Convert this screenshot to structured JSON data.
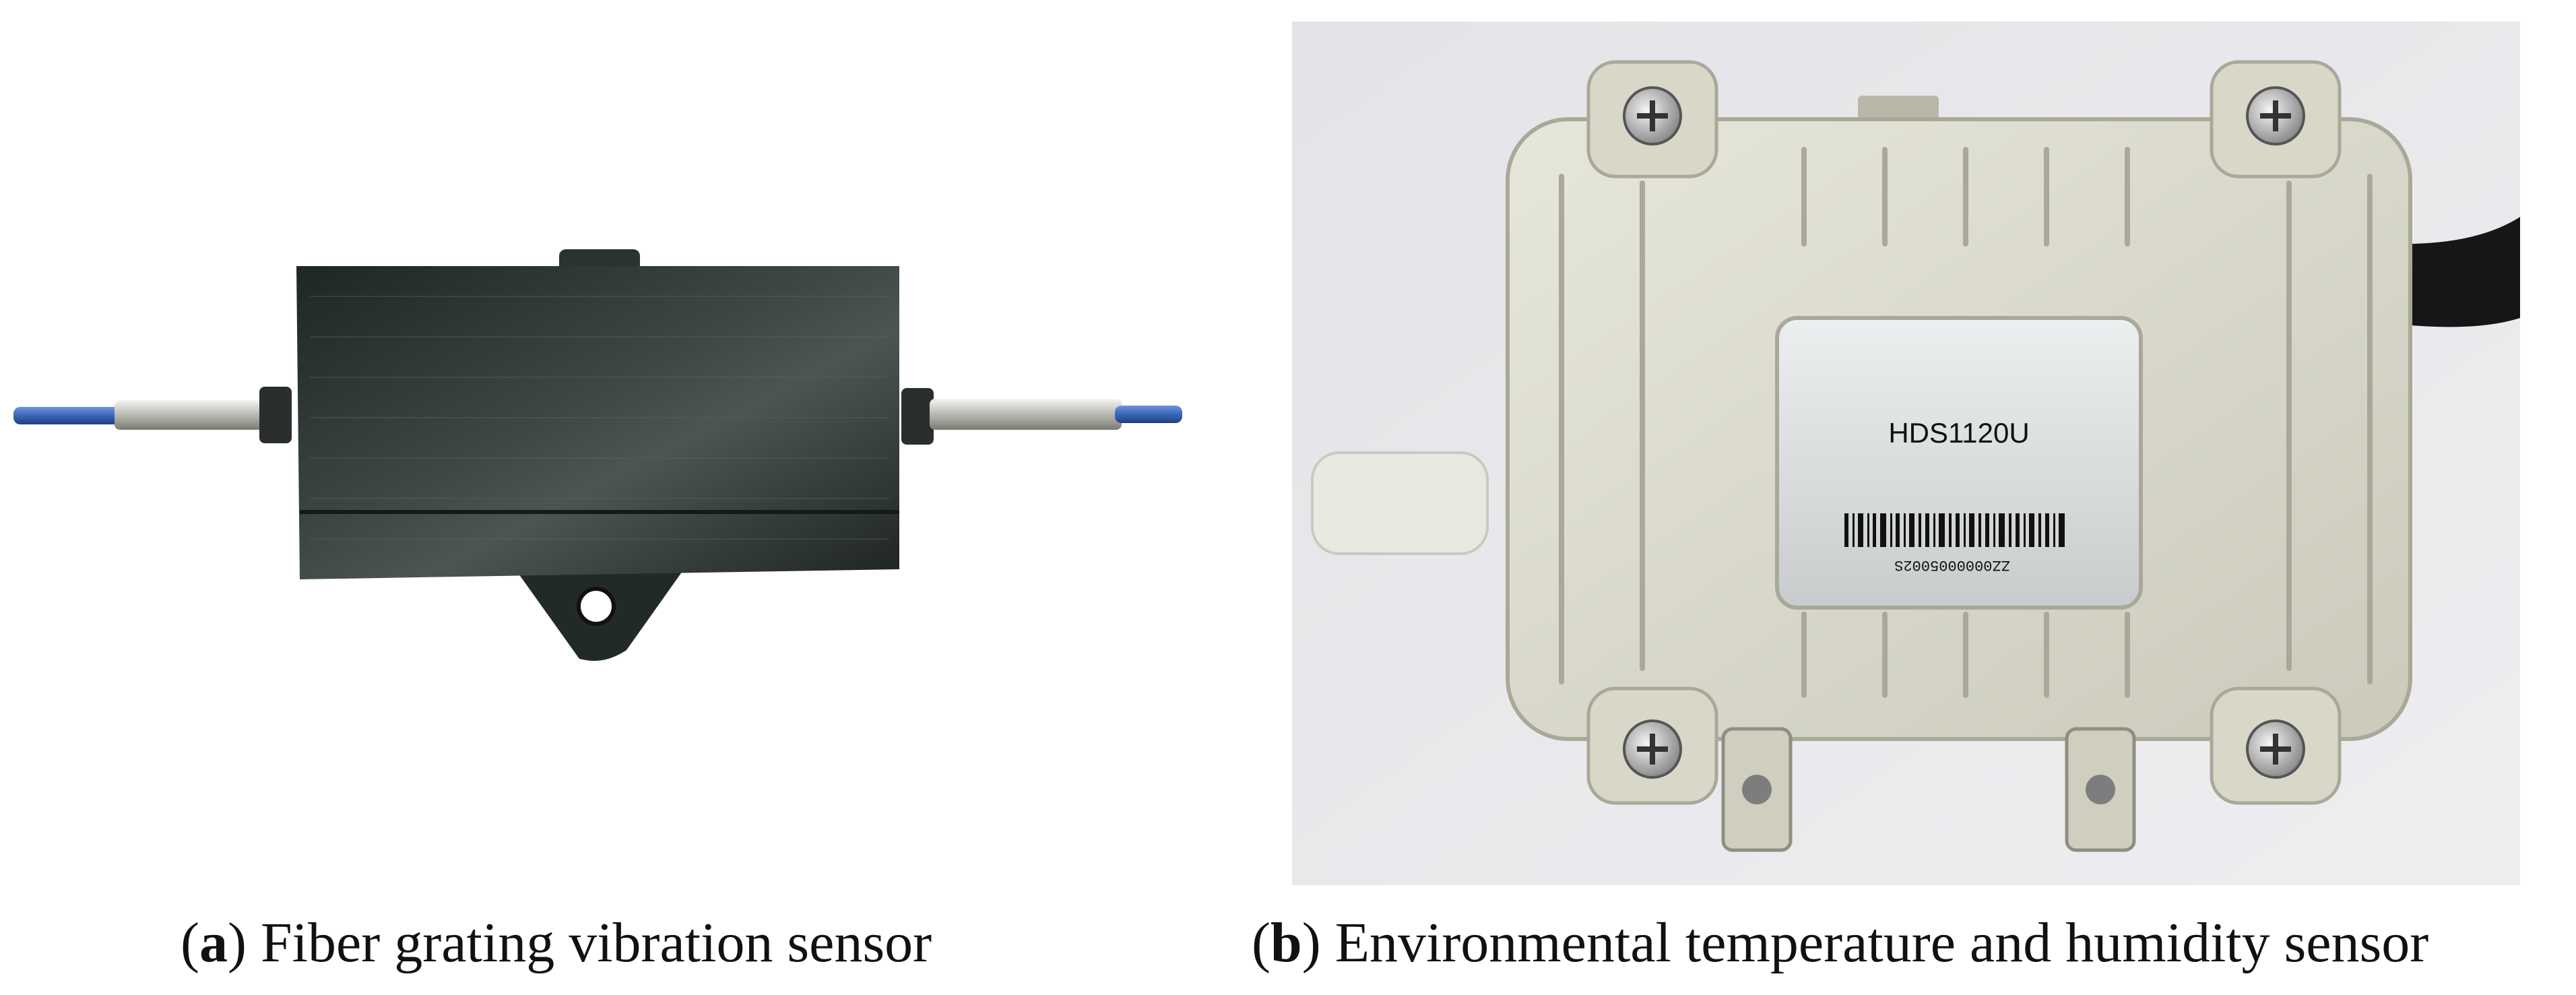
{
  "figure": {
    "panel_a": {
      "letter": "a",
      "caption": "Fiber grating vibration sensor"
    },
    "panel_b": {
      "letter": "b",
      "caption": "Environmental temperature and humidity sensor",
      "device_label": "HDS1120U",
      "barcode_text": "ZZ0000005002S"
    }
  },
  "colors": {
    "background": "#ffffff",
    "sensor_body": "#2c3432",
    "cable": "#3a66b8",
    "enclosure": "#d9d8cb",
    "photo_backdrop": "#e9e9ec"
  }
}
